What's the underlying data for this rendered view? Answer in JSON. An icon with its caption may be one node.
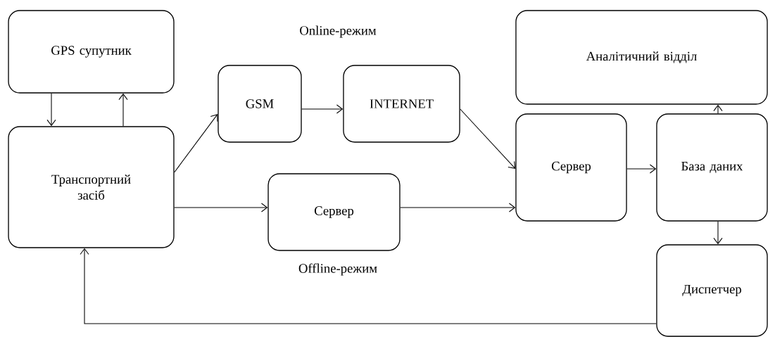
{
  "diagram": {
    "nodes": [
      {
        "text": [
          "GPS супутник"
        ]
      },
      {
        "text": [
          "Транспортний засіб"
        ]
      },
      {
        "text": [
          "GSM"
        ]
      },
      {
        "text": [
          "INTERNET"
        ]
      },
      {
        "text": [
          "Сервер"
        ]
      },
      {
        "text": [
          "Сервер"
        ]
      },
      {
        "text": [
          "Аналітичний відділ"
        ]
      },
      {
        "text": [
          "База даних"
        ]
      },
      {
        "text": [
          "Диспетчер"
        ]
      }
    ],
    "edges": [
      {
        "from": 0,
        "to": 1,
        "arrow": "to"
      },
      {
        "from": 1,
        "to": 0,
        "arrow": "to"
      },
      {
        "from": 1,
        "to": 2,
        "arrow": "to"
      },
      {
        "from": 2,
        "to": 3,
        "arrow": "to"
      },
      {
        "from": 3,
        "to": 5,
        "arrow": "to"
      },
      {
        "from": 1,
        "to": 4,
        "arrow": "to"
      },
      {
        "from": 4,
        "to": 5,
        "arrow": "to"
      },
      {
        "from": 5,
        "to": 7,
        "arrow": "to"
      },
      {
        "from": 7,
        "to": 6,
        "arrow": "to"
      },
      {
        "from": 7,
        "to": 8,
        "arrow": "to"
      },
      {
        "from": 8,
        "to": 1,
        "arrow": "to"
      }
    ],
    "labels": [
      "Online-режим",
      "Offline-режим"
    ]
  }
}
